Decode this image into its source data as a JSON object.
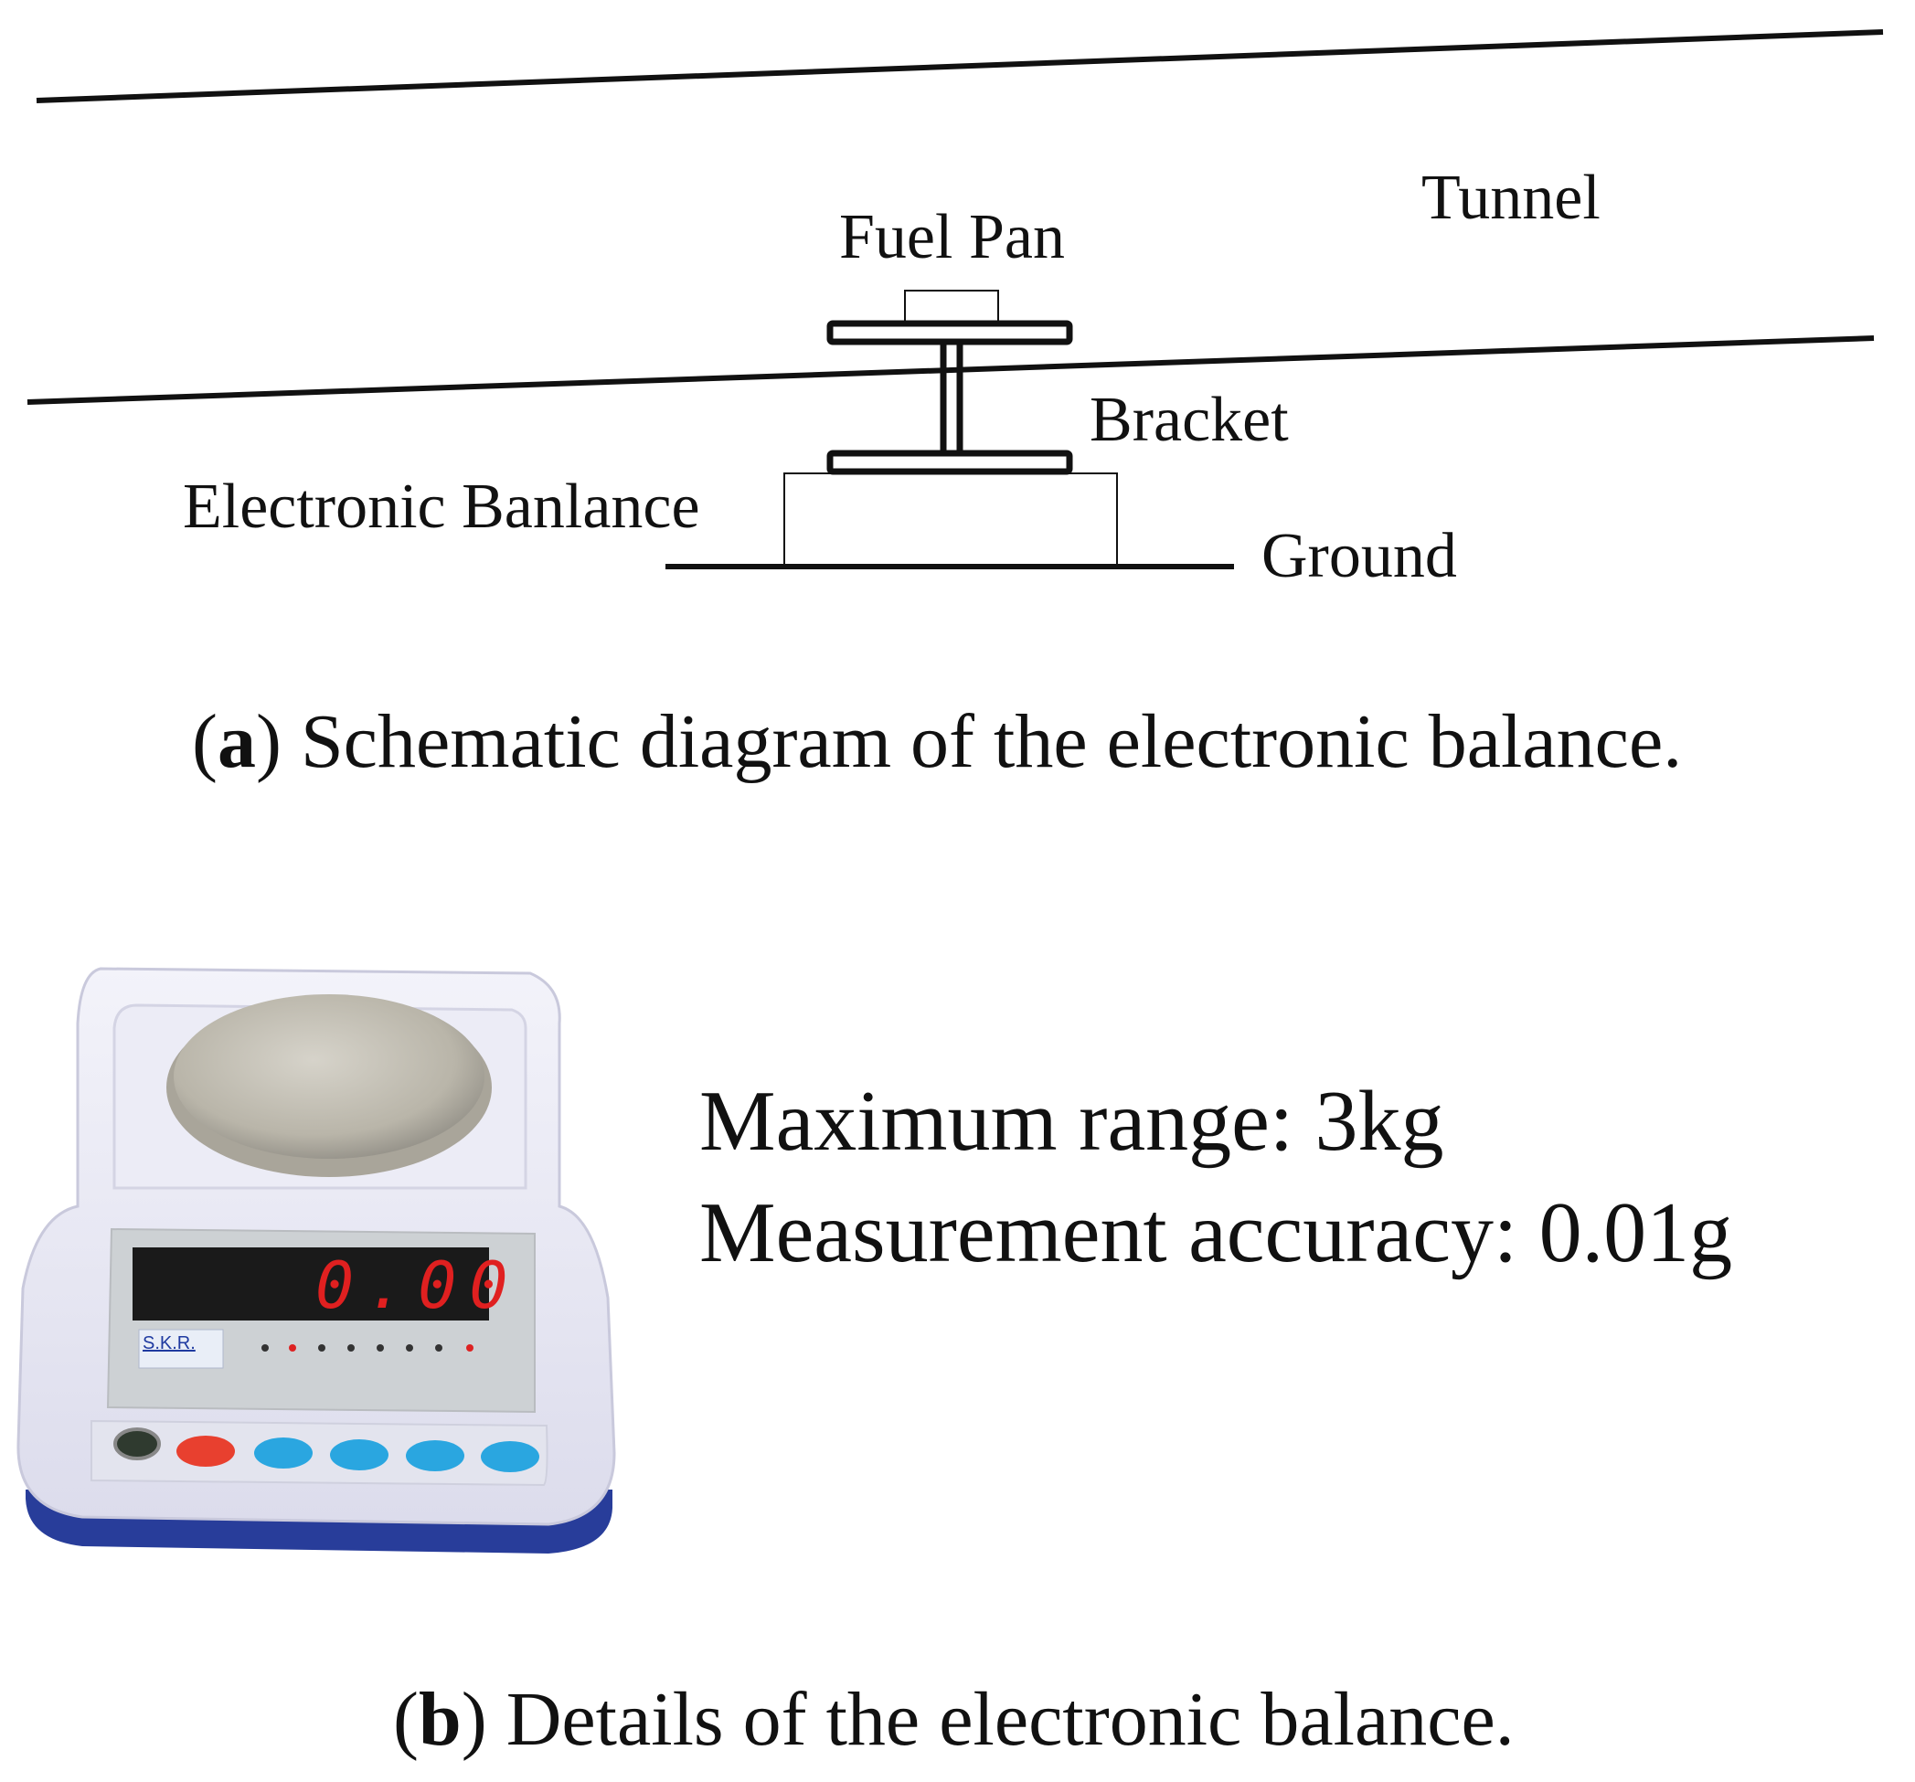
{
  "panel_a": {
    "labels": {
      "tunnel": "Tunnel",
      "fuel_pan": "Fuel Pan",
      "bracket": "Bracket",
      "electronic_balance": "Electronic Banlance",
      "ground": "Ground"
    },
    "caption": {
      "letter": "a",
      "text": "Schematic diagram of the electronic balance."
    }
  },
  "panel_b": {
    "balance_photo": {
      "display_reading": "0.00",
      "brand": "S.K.R.",
      "colors": {
        "body": "#e9e9f5",
        "display": "#d81e1e",
        "panel": "#cfd3d6",
        "key_blue": "#2aa6e0",
        "key_red": "#e8402f",
        "base": "#283d9a"
      }
    },
    "specs": {
      "max_range": "Maximum range: 3kg",
      "accuracy": "Measurement accuracy: 0.01g"
    },
    "caption": {
      "letter": "b",
      "text": "Details of the electronic balance."
    }
  }
}
